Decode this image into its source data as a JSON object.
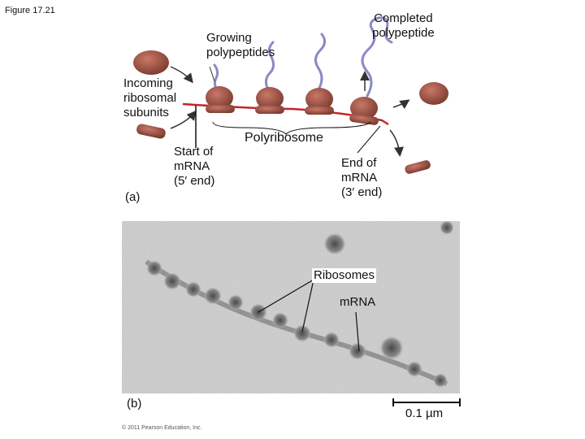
{
  "figure_label": "Figure 17.21",
  "part_a": {
    "panel_label": "(a)",
    "incoming_subunits": "Incoming\nribosomal\nsubunits",
    "growing_polypeptides": "Growing\npolypeptides",
    "completed_polypeptide": "Completed\npolypeptide",
    "polyribosome": "Polyribosome",
    "start_mrna": "Start of\nmRNA\n(5′ end)",
    "end_mrna": "End of\nmRNA\n(3′ end)"
  },
  "part_b": {
    "panel_label": "(b)",
    "ribosomes": "Ribosomes",
    "mrna": "mRNA",
    "scale": "0.1 µm"
  },
  "copyright": "© 2011 Pearson Education, Inc.",
  "colors": {
    "ribosome": "#a85a4a",
    "ribosome_dark": "#6e3328",
    "mrna": "#c0262b",
    "polypeptide": "#8a8ac8",
    "micrograph_bg": "#cfcfcf"
  }
}
